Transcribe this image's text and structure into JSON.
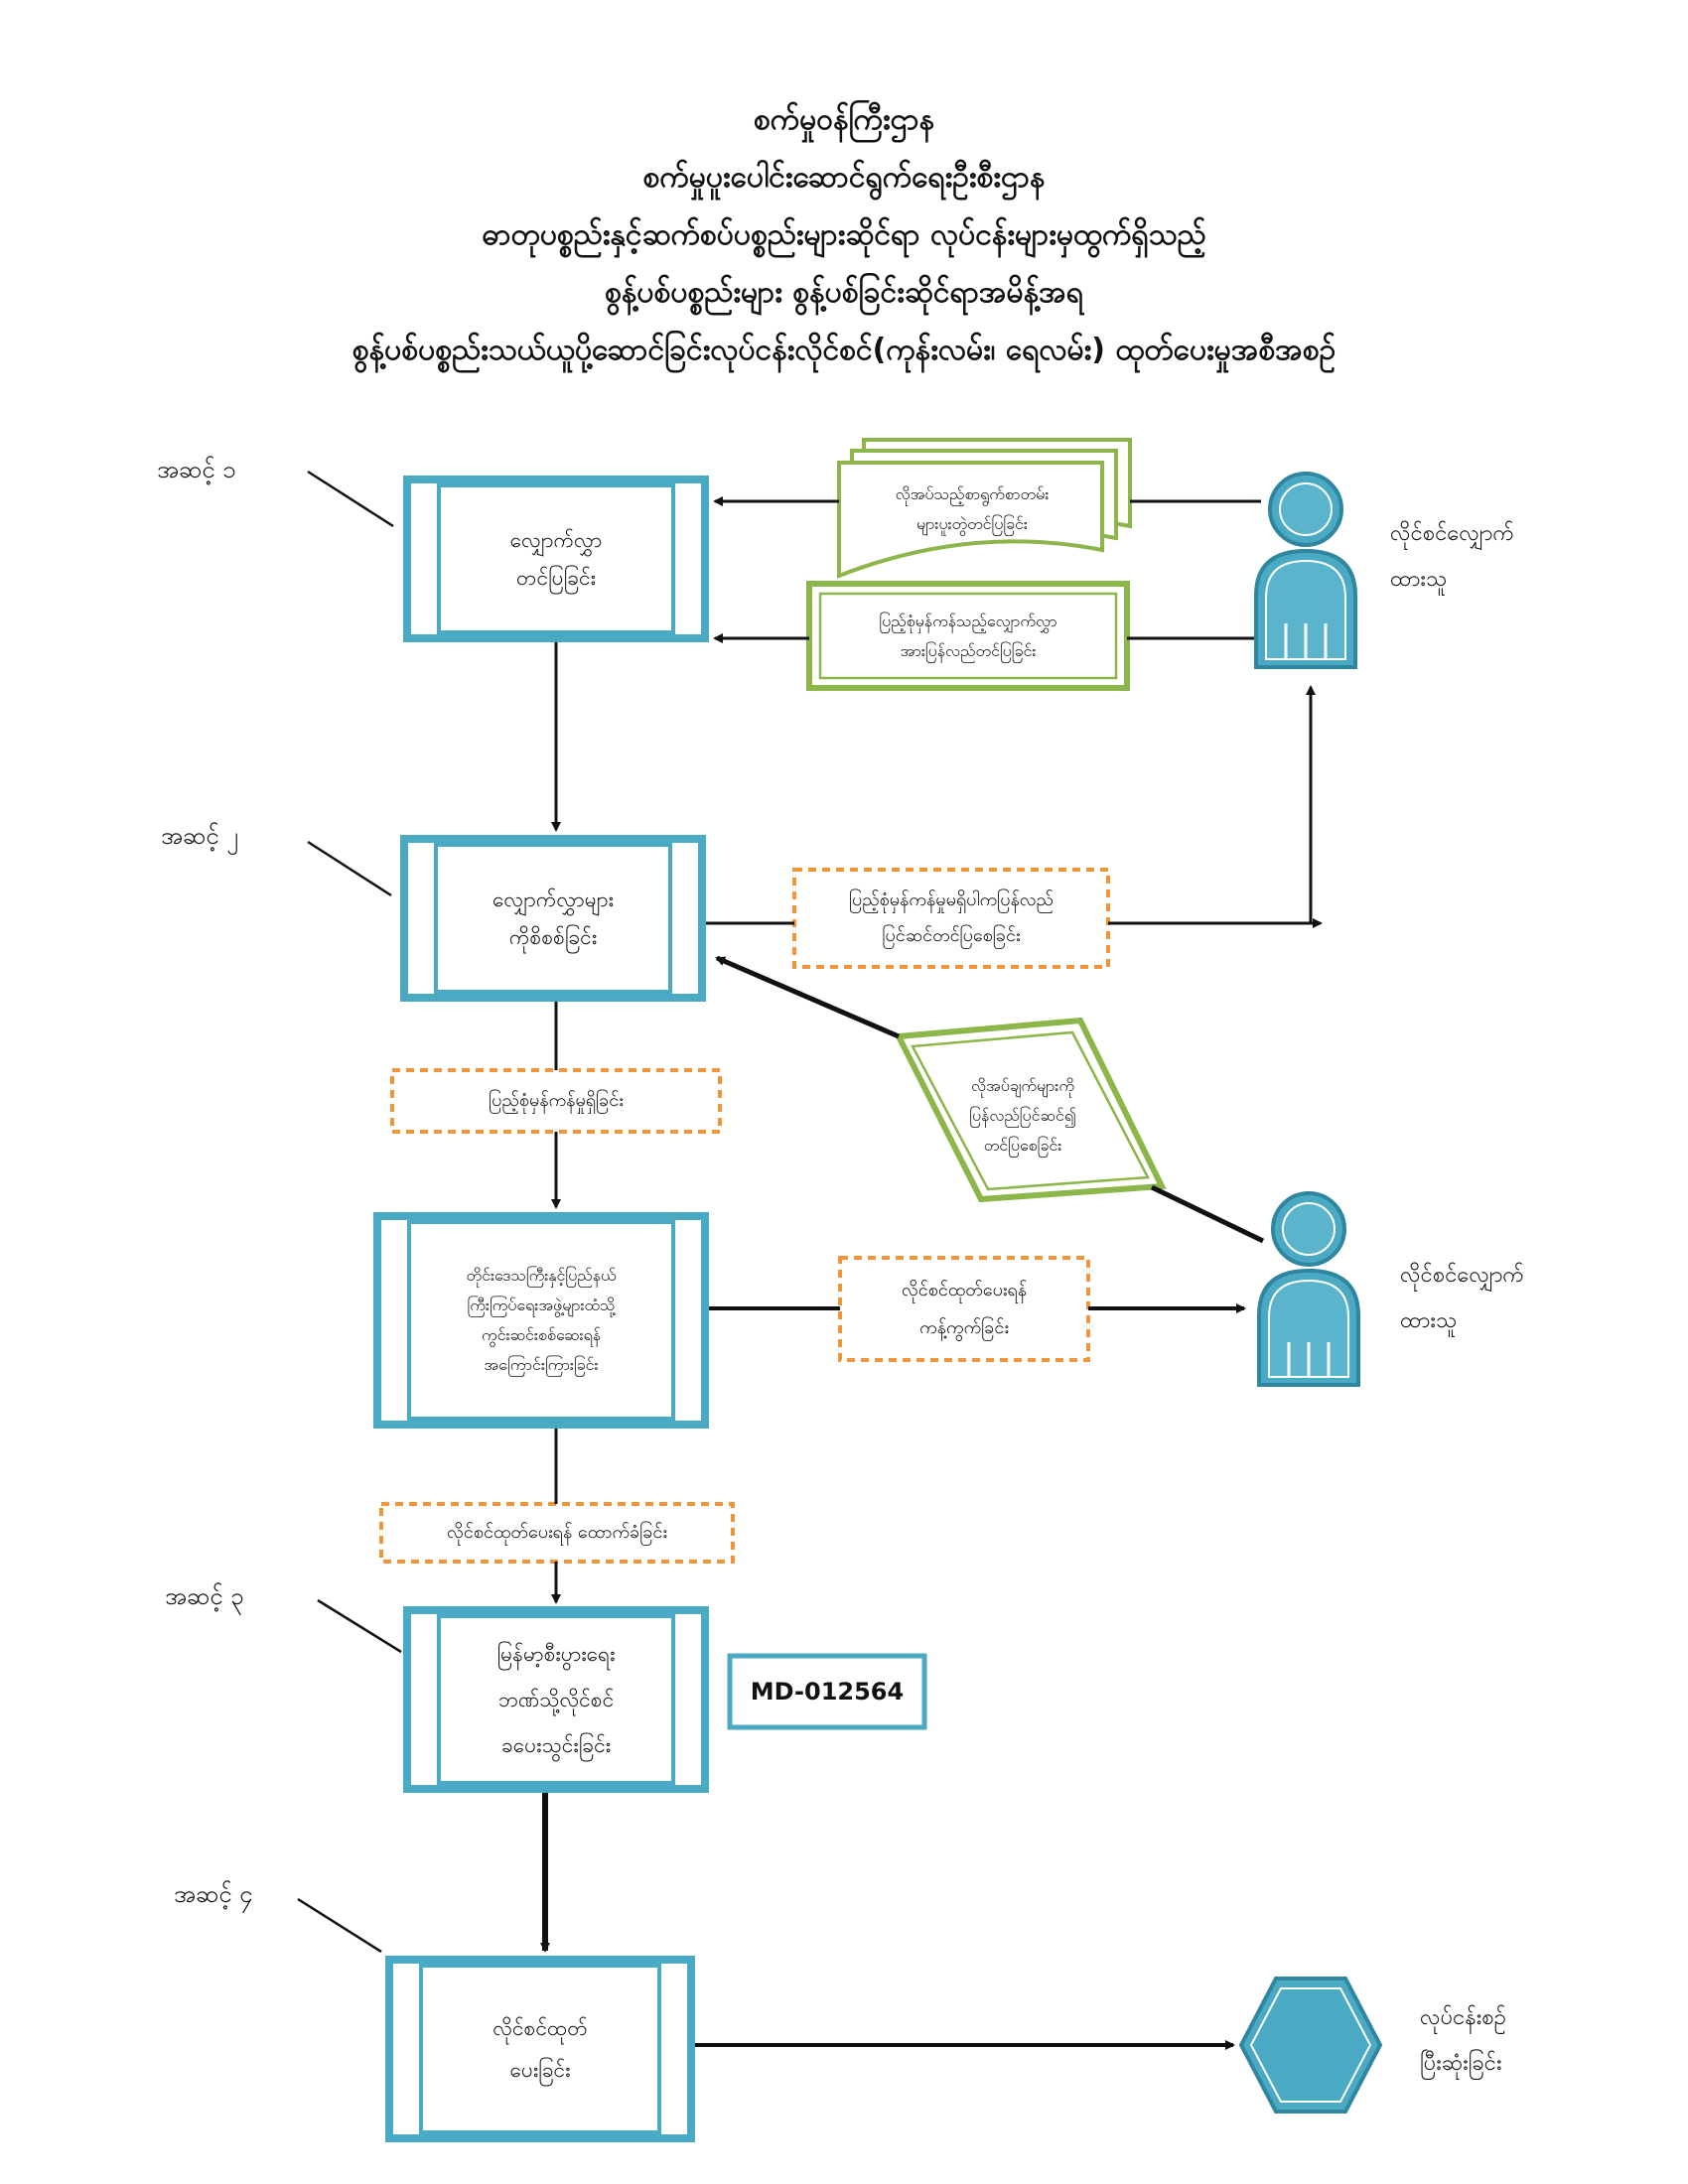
{
  "title": {
    "line1": "စက်မှုဝန်ကြီးဌာန",
    "line2": "စက်မှုပူးပေါင်းဆောင်ရွက်ရေးဦးစီးဌာန",
    "line3": "ဓာတုပစ္စည်းနှင့်ဆက်စပ်ပစ္စည်းများဆိုင်ရာ လုပ်ငန်းများမှထွက်ရှိသည့်",
    "line4": "စွန့်ပစ်ပစ္စည်းများ စွန့်ပစ်ခြင်းဆိုင်ရာအမိန့်အရ",
    "line5": "စွန့်ပစ်ပစ္စည်းသယ်ယူပို့ဆောင်ခြင်းလုပ်ငန်းလိုင်စင်(ကုန်းလမ်း၊ ရေလမ်း) ထုတ်ပေးမှုအစီအစဉ်"
  },
  "steps": {
    "s1": "အဆင့် ၁",
    "s2": "အဆင့် ၂",
    "s3": "အဆင့် ၃",
    "s4": "အဆင့် ၄"
  },
  "boxes": {
    "submit_application": [
      "လျှောက်လွှာ",
      "တင်ပြခြင်း"
    ],
    "check_applications": [
      "လျှောက်လွှာများ",
      "ကိုစိစစ်ခြင်း"
    ],
    "inspection": [
      "တိုင်းဒေသကြီးနှင့်ပြည်နယ်",
      "ကြီးကြပ်ရေးအဖွဲ့များထံသို့",
      "ကွင်းဆင်းစစ်ဆေးရန်",
      "အကြောင်းကြားခြင်း"
    ],
    "permission": [
      "မြန်မာ့စီးပွားရေး",
      "ဘဏ်သို့လိုင်စင်",
      "ခပေးသွင်းခြင်း"
    ],
    "issue_license": [
      "လိုင်စင်ထုတ်",
      "ပေးခြင်း"
    ]
  },
  "notes": {
    "required_docs": [
      "လိုအပ်သည့်စာရွက်စာတမ်း",
      "များပူးတွဲတင်ပြခြင်း"
    ],
    "resubmit_complete": [
      "ပြည့်စုံမှန်ကန်သည့်လျှောက်လွှာ",
      "အားပြန်လည်တင်ပြခြင်း"
    ],
    "incomplete_resubmit": [
      "ပြည့်စုံမှန်ကန်မှုမရှိပါကပြန်လည်",
      "ပြင်ဆင်တင်ပြစေခြင်း"
    ],
    "complete": "ပြည့်စုံမှန်ကန်မှုရှိခြင်း",
    "correct_requirements": [
      "လိုအပ်ချက်များကို",
      "ပြန်လည်ပြင်ဆင်၍",
      "တင်ပြစေခြင်း"
    ],
    "notify_fee": [
      "လိုင်စင်ထုတ်ပေးရန်",
      "ကန့်ကွက်ခြင်း"
    ],
    "recommend": "လိုင်စင်ထုတ်ပေးရန် ထောက်ခံခြင်း",
    "license_code": "MD-012564"
  },
  "actors": {
    "applicant_top": [
      "လိုင်စင်လျှောက်",
      "ထားသူ"
    ],
    "applicant_mid": [
      "လိုင်စင်လျှောက်",
      "ထားသူ"
    ],
    "end": [
      "လုပ်ငန်းစဉ်",
      "ပြီးဆုံးခြင်း"
    ]
  },
  "colors": {
    "teal": "#4aa9c3",
    "green": "#8cb54a",
    "orange": "#f0953a",
    "black": "#111111"
  }
}
